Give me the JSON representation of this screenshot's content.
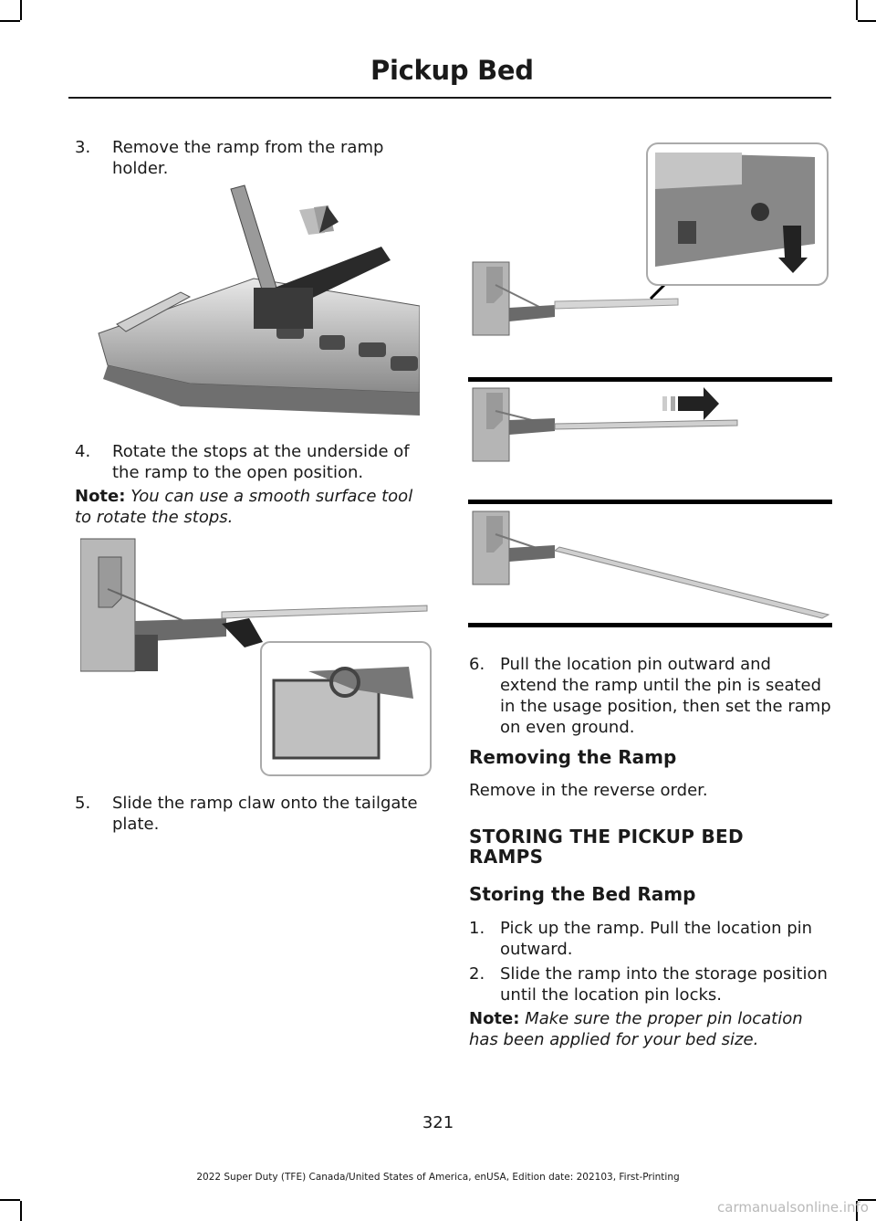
{
  "header": {
    "title": "Pickup Bed"
  },
  "left": {
    "step3": {
      "num": "3.",
      "text": "Remove the ramp from the ramp holder."
    },
    "step4": {
      "num": "4.",
      "text": "Rotate the stops at the underside of the ramp to the open position."
    },
    "note1": {
      "label": "Note:",
      "text": "You can use a smooth surface tool to rotate the stops."
    },
    "step5": {
      "num": "5.",
      "text": "Slide the ramp claw onto the tailgate plate."
    }
  },
  "right": {
    "step6": {
      "num": "6.",
      "text": "Pull the location pin outward and extend the ramp until the pin is seated in the usage position, then set the ramp on even ground."
    },
    "removing_heading": "Removing the Ramp",
    "removing_text": "Remove in the reverse order.",
    "storing_heading": "STORING THE PICKUP BED RAMPS",
    "storing_sub": "Storing the Bed Ramp",
    "store1": {
      "num": "1.",
      "text": "Pick up the ramp. Pull the location pin outward."
    },
    "store2": {
      "num": "2.",
      "text": "Slide the ramp into the storage position until the location pin locks."
    },
    "note2": {
      "label": "Note:",
      "text": "Make sure the proper pin location has been applied for your bed size."
    }
  },
  "page_number": "321",
  "footer": "2022 Super Duty (TFE) Canada/United States of America, enUSA, Edition date: 202103, First-Printing",
  "watermark": "carmanualsonline.info",
  "colors": {
    "text": "#1a1a1a",
    "rule": "#000000",
    "watermark": "#b9b9b9"
  }
}
